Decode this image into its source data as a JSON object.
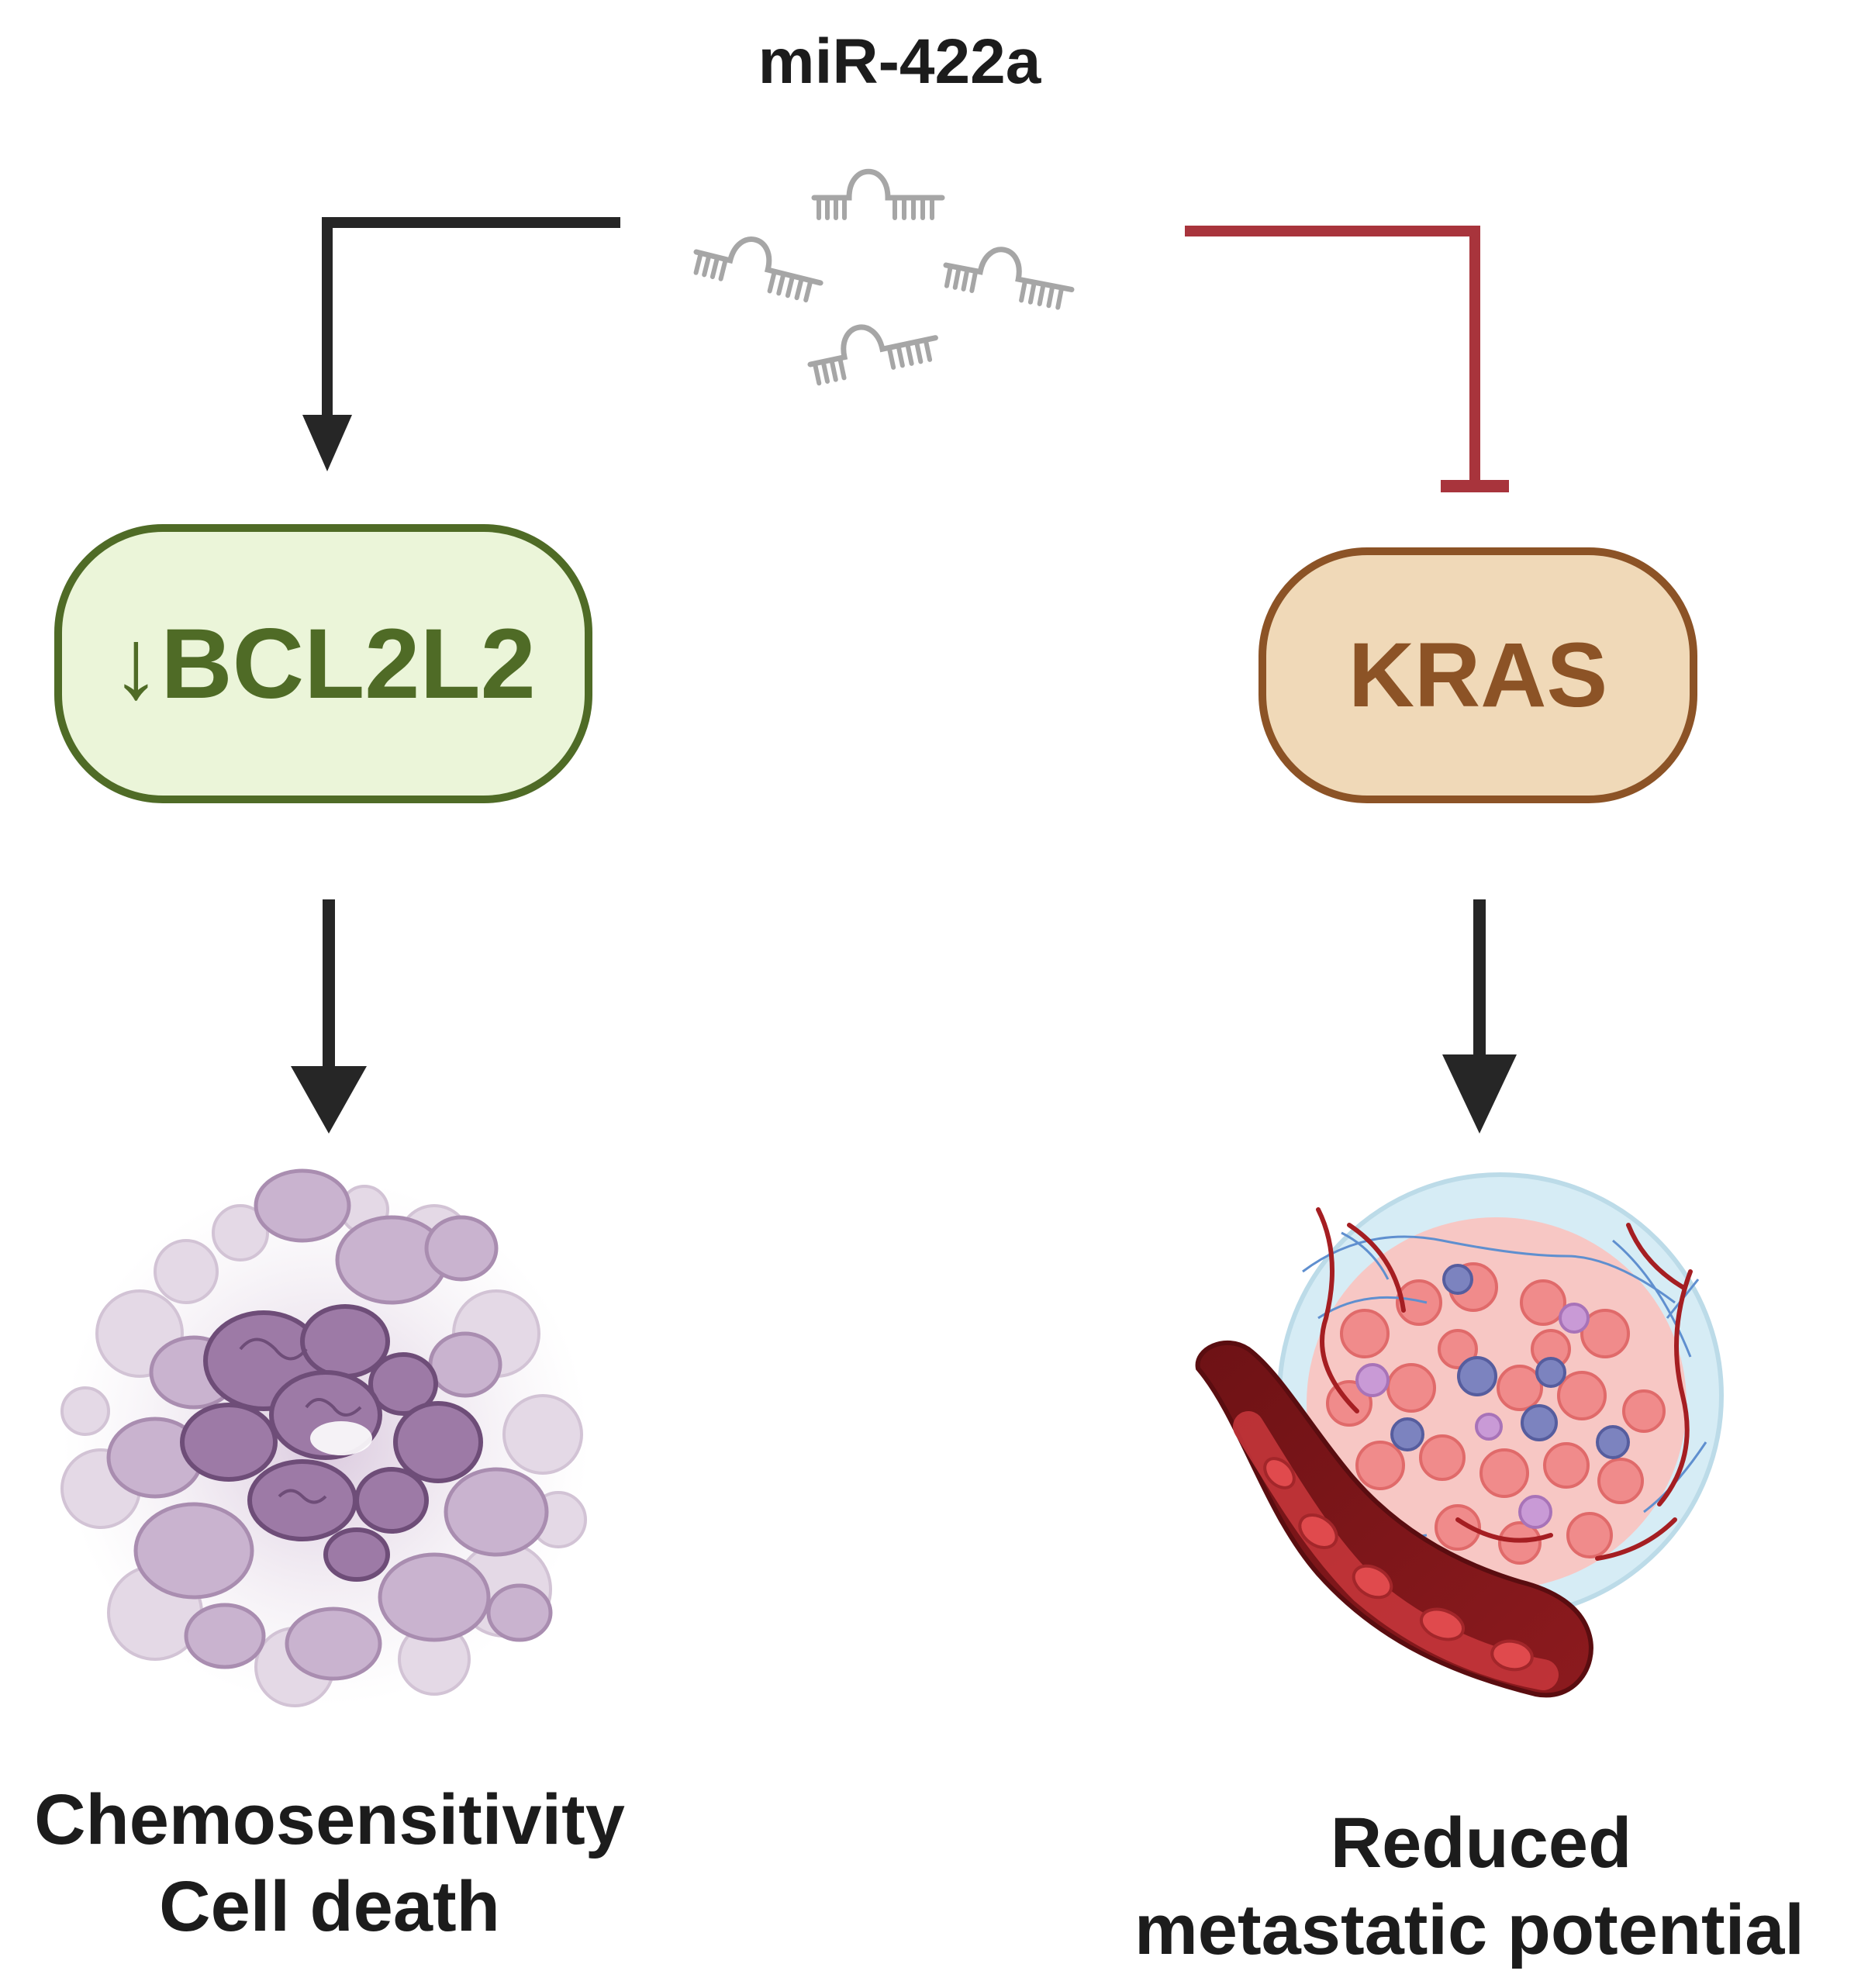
{
  "title": "miR-422a",
  "nodes": {
    "left": {
      "label": "↓BCL2L2",
      "fill": "#ebf5d9",
      "stroke": "#4f6b26",
      "text_color": "#4f6b26"
    },
    "right": {
      "label": "KRAS",
      "fill": "#f0d9b8",
      "stroke": "#8c5326",
      "text_color": "#8c5326"
    }
  },
  "outcomes": {
    "left": {
      "line1": "Chemosensitivity",
      "line2": "Cell death"
    },
    "right": {
      "line1": "Reduced",
      "line2": "metastatic potential"
    }
  },
  "edges": {
    "activate_color": "#262626",
    "inhibit_color": "#a8343c"
  },
  "icons": {
    "mirna": "mirna-molecules-icon",
    "dying_cells": "apoptotic-cells-icon",
    "tumor": "tumor-blood-vessel-icon"
  }
}
